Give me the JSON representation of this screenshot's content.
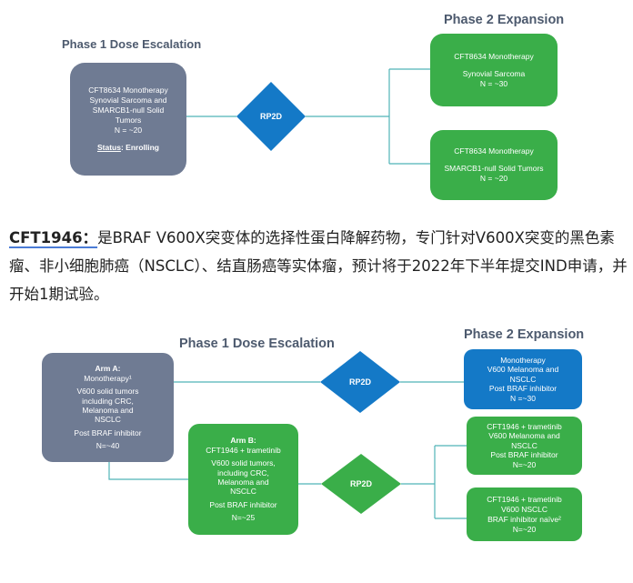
{
  "top": {
    "phase1_title": "Phase 1 Dose Escalation",
    "phase2_title": "Phase 2 Expansion",
    "phase1_box": {
      "lines": [
        "CFT8634 Monotherapy",
        "Synovial Sarcoma and",
        "SMARCB1-null Solid",
        "Tumors",
        "N = ~20"
      ],
      "status_label": "Status",
      "status_value": ": Enrolling"
    },
    "diamond": "RP2D",
    "box_a": {
      "title": "CFT8634 Monotherapy",
      "sub": "Synovial Sarcoma",
      "n": "N = ~30"
    },
    "box_b": {
      "title": "CFT8634 Monotherapy",
      "sub": "SMARCB1-null Solid Tumors",
      "n": "N = ~20"
    }
  },
  "paragraph": {
    "lead": "CFT1946：",
    "text": "是BRAF V600X突变体的选择性蛋白降解药物，专门针对V600X突变的黑色素瘤、非小细胞肺癌（NSCLC）、结直肠癌等实体瘤，预计将于2022年下半年提交IND申请，并开始1期试验。"
  },
  "bottom": {
    "phase1_title": "Phase 1 Dose Escalation",
    "phase2_title": "Phase 2 Expansion",
    "arm_a": {
      "title": "Arm A:",
      "lines": [
        "Monotherapy¹",
        "",
        "V600 solid tumors",
        "including CRC,",
        "Melanoma and",
        "NSCLC",
        "",
        "Post BRAF inhibitor",
        "",
        "N=~40"
      ]
    },
    "arm_b": {
      "title": "Arm B:",
      "lines": [
        "CFT1946 + trametinib",
        "",
        "V600 solid tumors,",
        "including CRC,",
        "Melanoma and",
        "NSCLC",
        "",
        "Post BRAF inhibitor",
        "",
        "N=~25"
      ]
    },
    "diamond_a": "RP2D",
    "diamond_b": "RP2D",
    "exp_mono": [
      "Monotherapy",
      "V600 Melanoma and",
      "NSCLC",
      "Post BRAF inhibitor",
      "N =~30"
    ],
    "exp_combo1": [
      "CFT1946 + trametinib",
      "V600 Melanoma and",
      "NSCLC",
      "Post BRAF inhibitor",
      "N=~20"
    ],
    "exp_combo2": [
      "CFT1946 + trametinib",
      "V600 NSCLC",
      "BRAF inhibitor naïve²",
      "N=~20"
    ]
  },
  "colors": {
    "gray_box": "#6f7b93",
    "green_box": "#3aae49",
    "blue_box": "#1479c7",
    "diamond_blue": "#1479c7",
    "diamond_green": "#3aae49",
    "connector": "#4fb3b8",
    "heading": "#4d5a6e"
  }
}
